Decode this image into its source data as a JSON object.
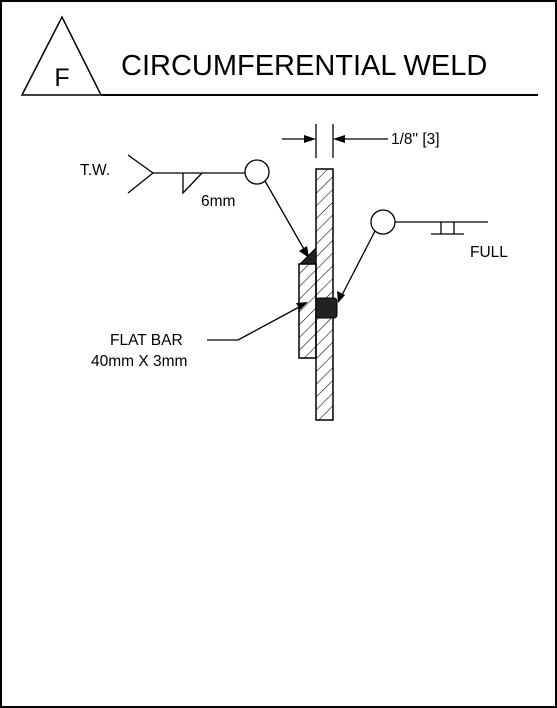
{
  "title_block": {
    "tag_letter": "F",
    "title": "CIRCUMFERENTIAL WELD"
  },
  "drawing": {
    "gap_dimension": "1/8\" [3]",
    "tail_note": "T.W.",
    "fillet_size": "6mm",
    "groove_note": "FULL",
    "flat_bar_label_line1": "FLAT BAR",
    "flat_bar_label_line2": "40mm X 3mm"
  },
  "colors": {
    "line": "#000000",
    "weld": "#222222",
    "background": "#ffffff"
  }
}
